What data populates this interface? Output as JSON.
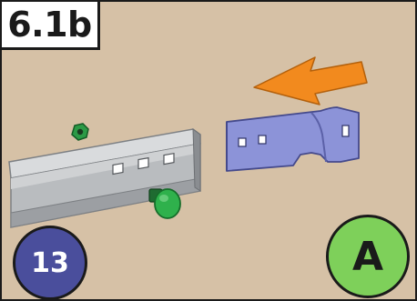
{
  "step": {
    "label": "6.1b"
  },
  "quantity_badge": {
    "text": "13",
    "color": "#4a4e9c"
  },
  "part_badge": {
    "text": "A",
    "color": "#7ed05a"
  },
  "colors": {
    "background": "#d6c1a6",
    "rail": "#b9bcbf",
    "bracket": "#8c93d8",
    "arrow": "#f28a1e",
    "fasteners": "#2c9a46"
  },
  "icons": [
    "rail",
    "bracket",
    "arrow-left",
    "bolt",
    "nut"
  ]
}
